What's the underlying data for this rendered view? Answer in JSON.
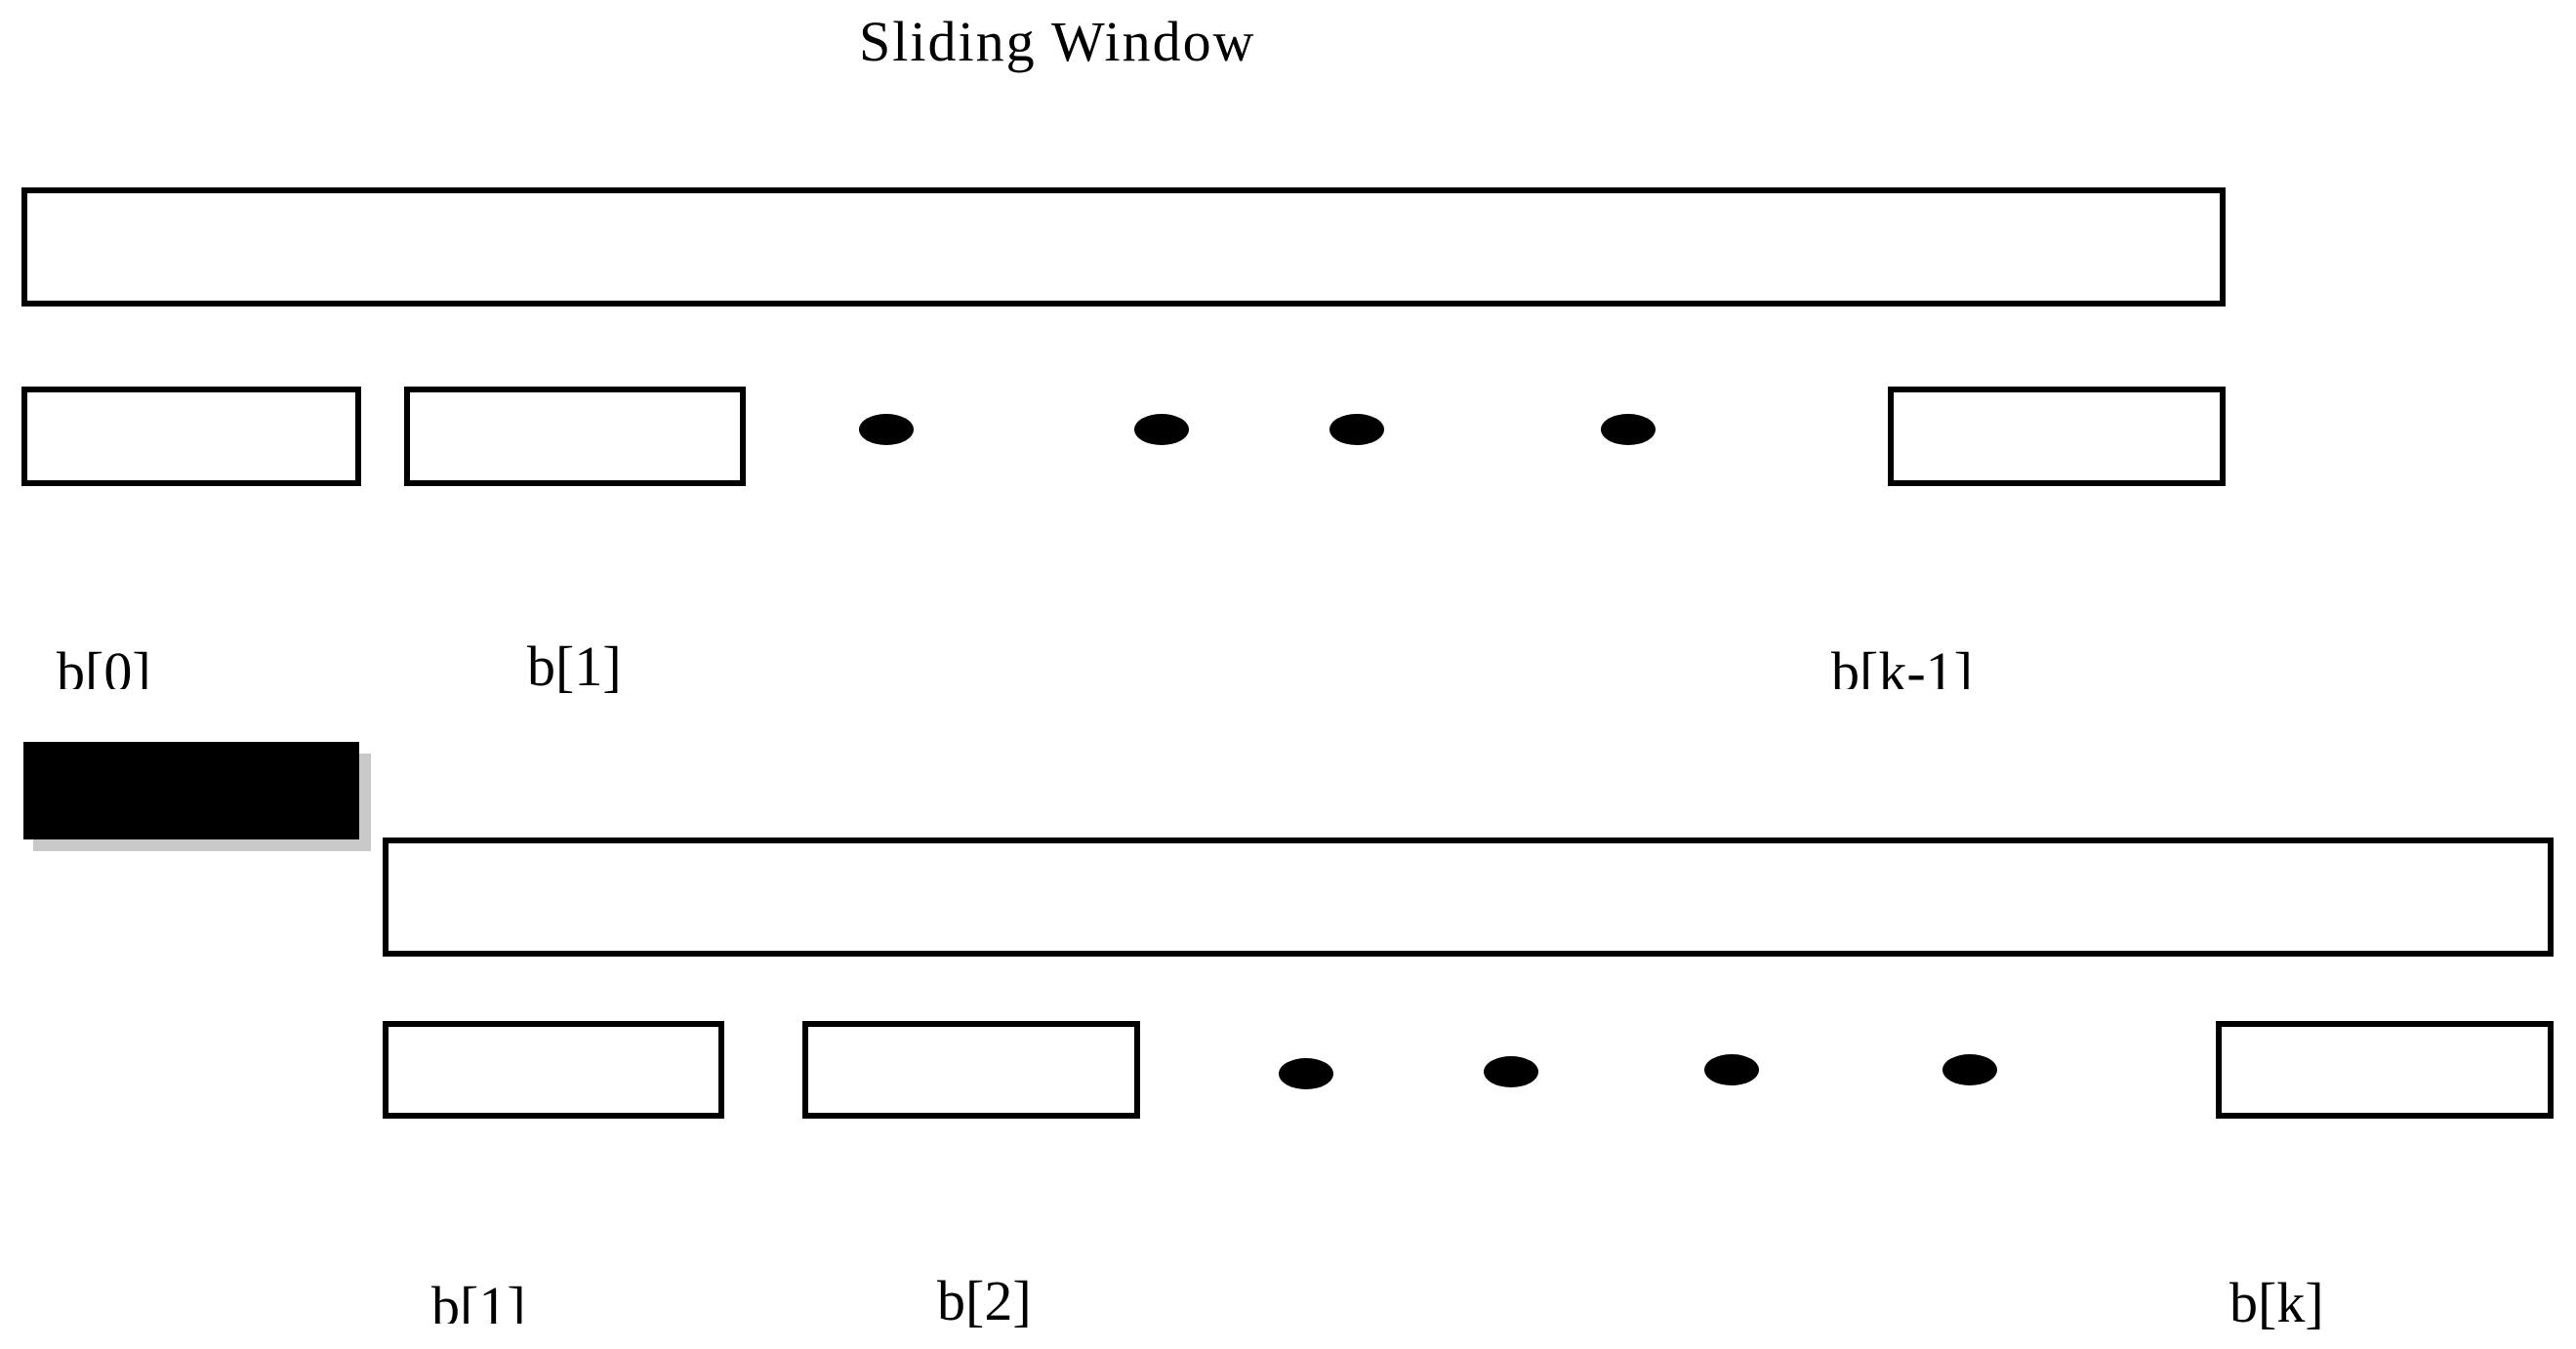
{
  "title": "Sliding Window",
  "top_row": {
    "labels": [
      "b[0]",
      "b[1]",
      "b[k-1]"
    ]
  },
  "bottom_row": {
    "labels": [
      "b[1]",
      "b[2]",
      "b[k]"
    ]
  }
}
